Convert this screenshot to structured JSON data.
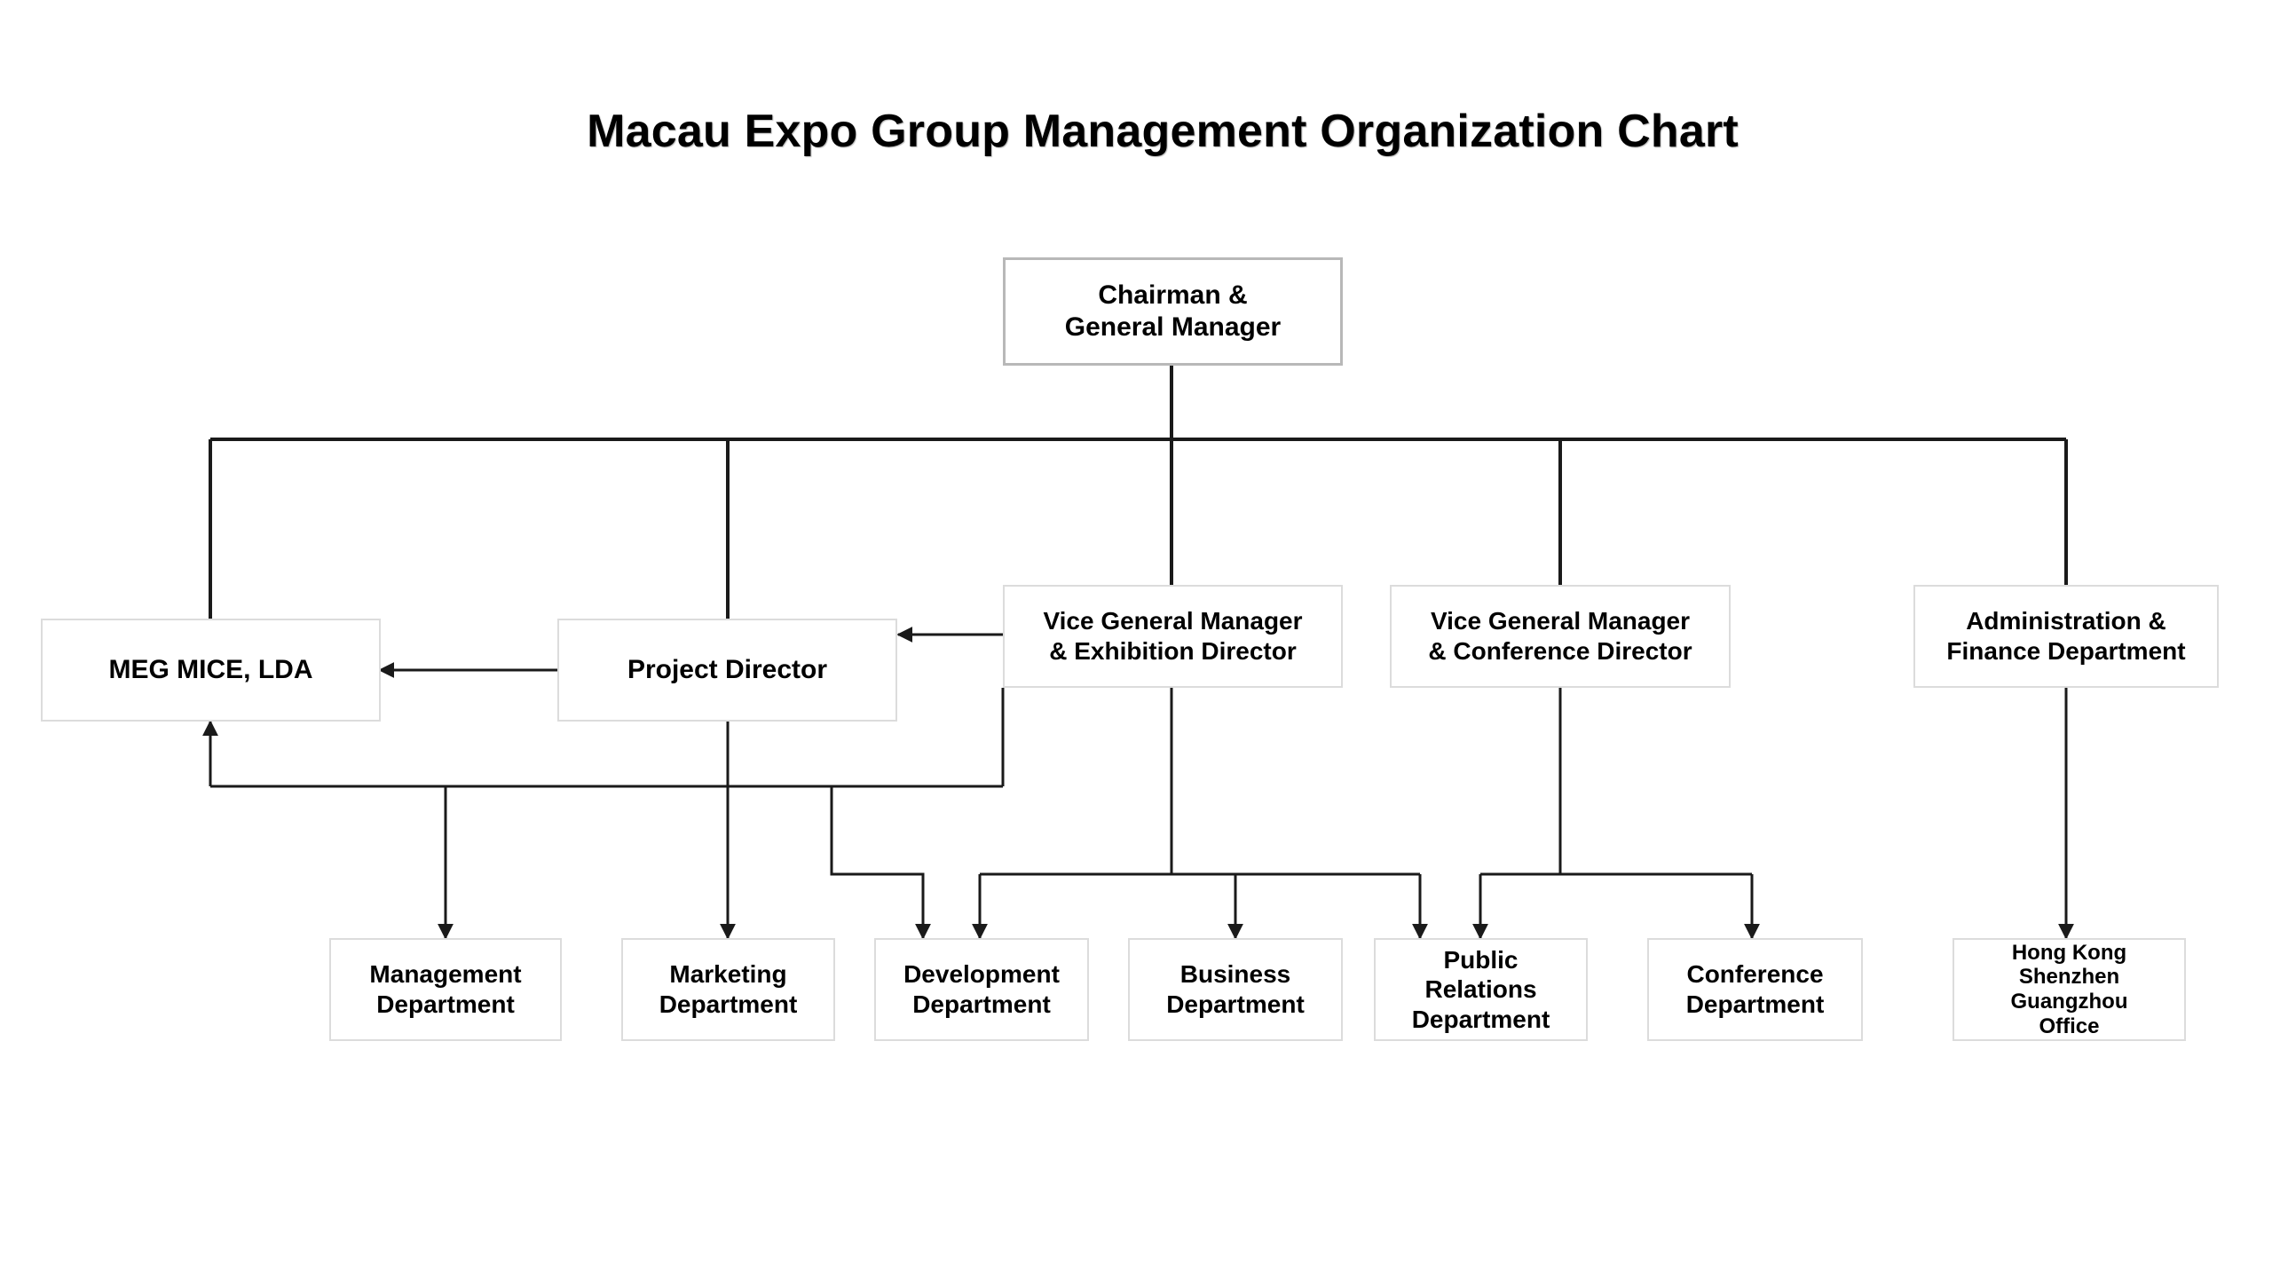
{
  "title": "Macau Expo Group Management Organization Chart",
  "nodes": {
    "chairman": "Chairman &\nGeneral Manager",
    "meg_mice": "MEG MICE, LDA",
    "project_director": "Project Director",
    "vgm_exhibition": "Vice General Manager\n& Exhibition Director",
    "vgm_conference": "Vice General Manager\n& Conference Director",
    "admin_finance": "Administration &\nFinance Department",
    "management_dept": "Management\nDepartment",
    "marketing_dept": "Marketing\nDepartment",
    "development_dept": "Development\nDepartment",
    "business_dept": "Business\nDepartment",
    "pr_dept": "Public\nRelations\nDepartment",
    "conference_dept": "Conference\nDepartment",
    "offices": "Hong Kong\nShenzhen\nGuangzhou\nOffice"
  },
  "colors": {
    "line": "#1a1a1a",
    "box_border": "#dcdcdc",
    "chairman_border": "#b8b8b8"
  }
}
